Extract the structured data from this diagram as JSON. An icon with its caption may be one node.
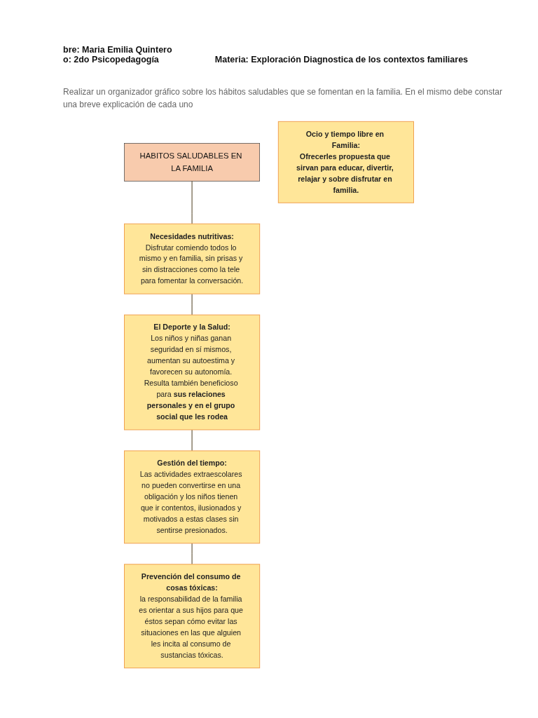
{
  "diagram": {
    "nodes": [
      {
        "text": [
          "HABITOS SALUDABLES EN LA FAMILIA"
        ]
      },
      {
        "text": [
          "Necesidades nutritivas:",
          "Disfrutar comiendo todos lo mismo y en familia, sin prisas y sin distracciones como la tele para fomentar la conversación."
        ]
      },
      {
        "text": [
          "Ocio y tiempo libre en Familia:",
          "Ofrecerles propuesta que sirvan para educar, divertir, relajar y sobre disfrutar en familia."
        ]
      },
      {
        "text": [
          "El Deporte y la Salud:",
          "Los niños y niñas ganan seguridad en sí mismos, aumentan su autoestima y favorecen su autonomía. Resulta también beneficioso para **sus relaciones personales y en el grupo social que les rodea**"
        ]
      },
      {
        "text": [
          "Gestión del tiempo:",
          "Las actividades extraescolares no pueden convertirse en una obligación y los niños tienen que ir contentos, ilusionados y motivados a estas clases sin sentirse presionados."
        ]
      },
      {
        "text": [
          "Prevención del consumo de cosas tóxicas:",
          "la responsabilidad de la familia es orientar a sus hijos para que éstos sepan cómo evitar las situaciones en las que alguien les incita al consumo de sustancias tóxicas."
        ]
      }
    ],
    "edges": [
      {
        "from": 0,
        "to": 1,
        "arrow": "none"
      },
      {
        "from": 1,
        "to": 3,
        "arrow": "none"
      },
      {
        "from": 3,
        "to": 4,
        "arrow": "none"
      },
      {
        "from": 4,
        "to": 5,
        "arrow": "none"
      }
    ],
    "labels": [
      "bre: Maria Emilia Quintero",
      "o: 2do Psicopedagogía",
      "Materia: Exploración Diagnostica de los contextos familiares",
      "Realizar un organizador gráfico sobre los hábitos saludables que se fomentan en la familia. En el mismo debe constar una breve explicación de cada uno"
    ]
  }
}
